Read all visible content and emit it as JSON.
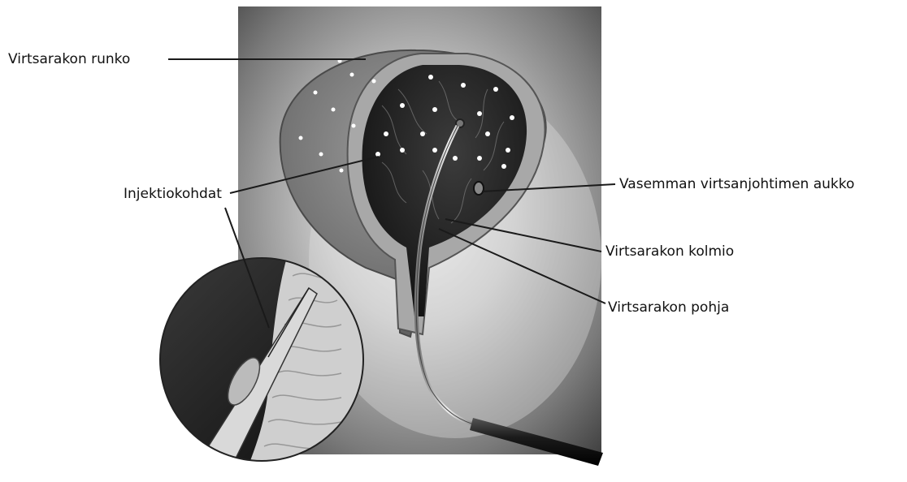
{
  "labels": {
    "bladder_body": "Virtsarakon runko",
    "injection_sites": "Injektiokohdat",
    "left_ureter_opening": "Vasemman virtsanjohtimen aukko",
    "trigone": "Virtsarakon kolmio",
    "bladder_base": "Virtsarakon pohja"
  },
  "colors": {
    "label_text": "#111111",
    "leader_line": "#1a1a1a",
    "injection_dot": "#ffffff",
    "bladder_interior": "#2b2b2b",
    "bladder_wall": "#a8a8a8",
    "background_panel": "#6e6e6e"
  }
}
